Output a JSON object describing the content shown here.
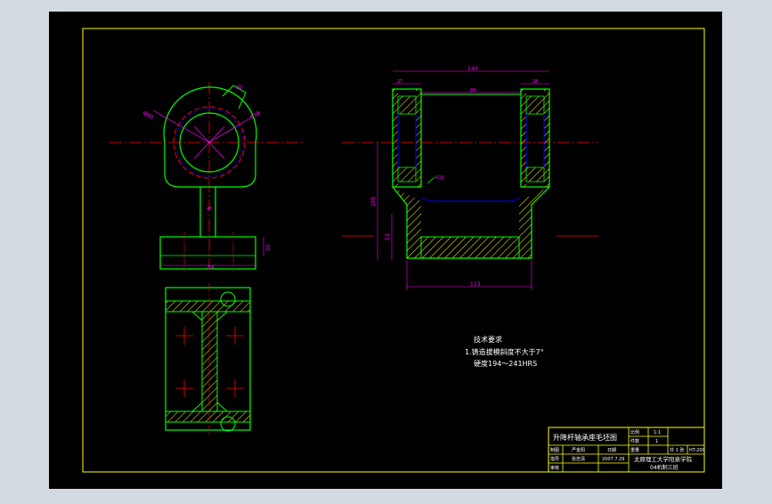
{
  "colors": {
    "background_outer": "#d3dae2",
    "paper": "#000000",
    "outline": "#00ff00",
    "hatch": "#ffff00",
    "hidden": "#0000ff",
    "section": "#ff0000",
    "center": "#ff0000",
    "dimension": "#ff00ff",
    "text": "#ffffff",
    "frame": "#ffff00"
  },
  "dimensions": {
    "front_view": {
      "d_angle": "30",
      "d_left": "Φ80",
      "d_right": "Φ58",
      "stem_width": "45",
      "base_width": "84",
      "base_height": "20"
    },
    "side_view": {
      "overall_width": "140",
      "left_flange": "27",
      "inner_width": "86",
      "right_flange": "28",
      "height": "105",
      "base_height": "53",
      "bottom_width": "113",
      "radius": "R10"
    }
  },
  "notes": {
    "heading": "技术要求",
    "line1": "1.铸造拔模斜度不大于7°",
    "line2": "硬度194～241HRS"
  },
  "title_block": {
    "drawing_name": "升降杆轴承座毛坯图",
    "scale_label": "比例",
    "scale_value": "1:1",
    "qty_label": "件数",
    "qty_value": "1",
    "weight_label": "重量",
    "drawing_no_label": "共 1 张",
    "drawing_no": "HT-200",
    "designer_label": "制图",
    "designer": "严金阳",
    "date": "2007.7.29",
    "checker_label": "指导",
    "checker": "张忠清",
    "review_label": "日期",
    "approve_label": "审核",
    "school": "太原理工大学阳泉学院",
    "class_name": "04机制三班"
  }
}
